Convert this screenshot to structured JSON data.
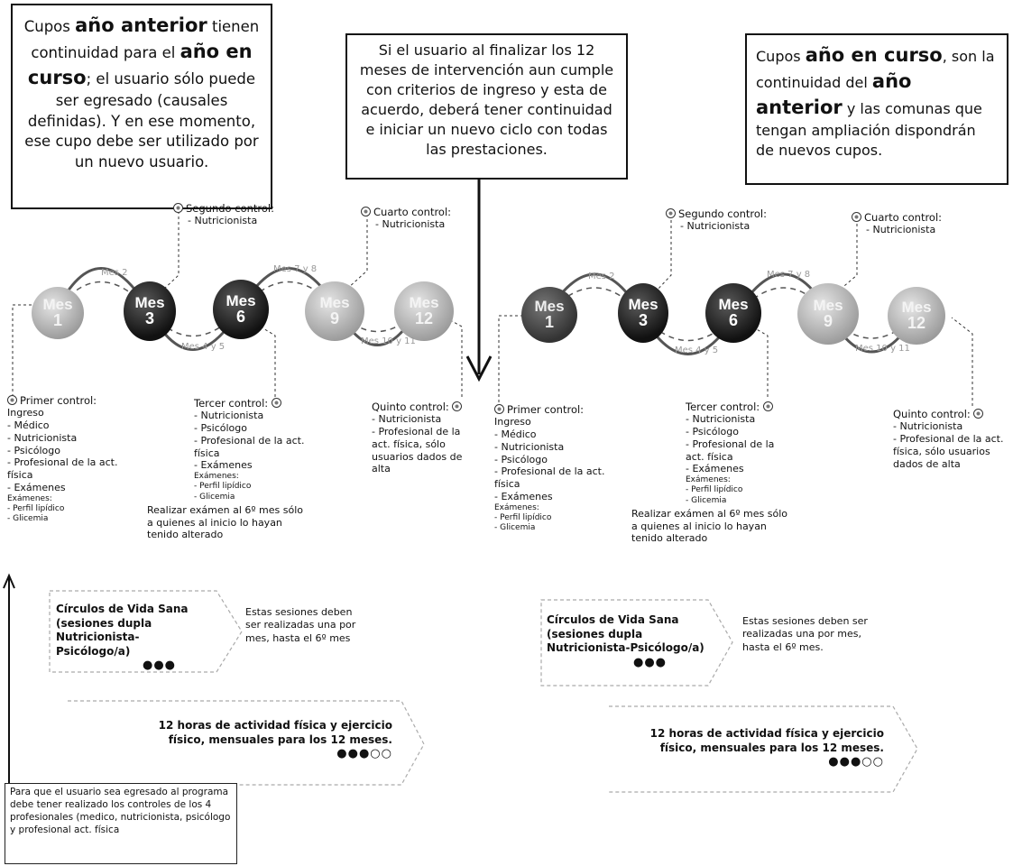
{
  "callouts": {
    "left": {
      "pre": "Cupos ",
      "hl1": "año anterior",
      "mid1": " tienen continuidad para el ",
      "hl2": "año en curso",
      "rest": "; el usuario sólo puede ser egresado (causales definidas). Y en ese momento, ese cupo debe ser utilizado por un nuevo usuario."
    },
    "center": {
      "text": "Si el usuario al finalizar los 12 meses de intervención aun cumple con criterios de ingreso y esta de acuerdo, deberá tener continuidad e iniciar un nuevo ciclo con todas las prestaciones."
    },
    "right": {
      "pre": "Cupos ",
      "hl1": "año en curso",
      "mid1": ", son la continuidad del ",
      "hl2": "año anterior",
      "rest": " y las comunas que tengan ampliación dispondrán de nuevos cupos."
    }
  },
  "timeline_left": {
    "circles": [
      {
        "m": "Mes",
        "n": "1"
      },
      {
        "m": "Mes",
        "n": "3"
      },
      {
        "m": "Mes",
        "n": "6"
      },
      {
        "m": "Mes",
        "n": "9"
      },
      {
        "m": "Mes",
        "n": "12"
      }
    ],
    "road_labels": [
      "Mes 2",
      "Mes 4 y 5",
      "Mes 7 y 8",
      "Mes 10 y 11"
    ],
    "top_controls": [
      {
        "head": "Segundo control:",
        "item": "- Nutricionista"
      },
      {
        "head": "Cuarto control:",
        "item": "- Nutricionista"
      }
    ],
    "primer": {
      "head": "Primer control:",
      "items": [
        "Ingreso",
        "- Médico",
        "- Nutricionista",
        "- Psicólogo",
        "- Profesional de la act. física",
        "- Exámenes"
      ],
      "subs": [
        "Exámenes:",
        "- Perfil lipídico",
        "- Glicemia"
      ]
    },
    "tercer": {
      "head": "Tercer control:",
      "items": [
        "- Nutricionista",
        "- Psicólogo",
        "- Profesional de la act. física",
        "- Exámenes"
      ],
      "subs": [
        "Exámenes:",
        "- Perfil lipídico",
        "- Glicemia"
      ],
      "note": "Realizar exámen al 6º mes sólo a quienes al inicio lo hayan tenido alterado"
    },
    "quinto": {
      "head": "Quinto control:",
      "items": [
        "- Nutricionista",
        "- Profesional de la act. física, sólo usuarios dados de alta"
      ]
    }
  },
  "timeline_right": {
    "circles": [
      {
        "m": "Mes",
        "n": "1"
      },
      {
        "m": "Mes",
        "n": "3"
      },
      {
        "m": "Mes",
        "n": "6"
      },
      {
        "m": "Mes",
        "n": "9"
      },
      {
        "m": "Mes",
        "n": "12"
      }
    ],
    "road_labels": [
      "Mes 2",
      "Mes 4 y 5",
      "Mes 7 y 8",
      "Mes 10 y 11"
    ],
    "top_controls": [
      {
        "head": "Segundo control:",
        "item": "- Nutricionista"
      },
      {
        "head": "Cuarto control:",
        "item": "- Nutricionista"
      }
    ],
    "primer": {
      "head": "Primer control:",
      "items": [
        "Ingreso",
        "- Médico",
        "- Nutricionista",
        "- Psicólogo",
        "- Profesional de la act. física",
        "- Exámenes"
      ],
      "subs": [
        "Exámenes:",
        "- Perfil lipídico",
        "- Glicemia"
      ]
    },
    "tercer": {
      "head": "Tercer control:",
      "items": [
        "- Nutricionista",
        "- Psicólogo",
        "- Profesional de la act. física",
        "- Exámenes"
      ],
      "subs": [
        "Exámenes:",
        "- Perfil lipídico",
        "- Glicemia"
      ],
      "note": "Realizar exámen al 6º mes sólo a quienes al inicio lo hayan tenido alterado"
    },
    "quinto": {
      "head": "Quinto control:",
      "items": [
        "- Nutricionista",
        "- Profesional de la act. física, sólo usuarios dados de alta"
      ]
    }
  },
  "bars": {
    "circulos_left": {
      "title": "Círculos de Vida Sana (sesiones dupla Nutricionista-Psicólogo/a)",
      "note": "Estas sesiones deben ser realizadas una por mes, hasta el 6º mes"
    },
    "circulos_right": {
      "title": "Círculos de Vida Sana (sesiones dupla Nutricionista-Psicólogo/a)",
      "note": "Estas sesiones deben ser realizadas una por mes, hasta el 6º mes."
    },
    "actividad_left": {
      "title": "12 horas de actividad física y ejercicio físico, mensuales para los 12 meses."
    },
    "actividad_right": {
      "title": "12 horas de actividad física y ejercicio físico, mensuales para los 12 meses."
    }
  },
  "bottom_note": {
    "text": "Para que el usuario sea egresado al programa debe tener realizado los controles de los 4 profesionales (medico, nutricionista, psicólogo y profesional act. física"
  },
  "colors": {
    "dark": "#111111",
    "light": "#9a9a9a",
    "road": "#555555"
  }
}
